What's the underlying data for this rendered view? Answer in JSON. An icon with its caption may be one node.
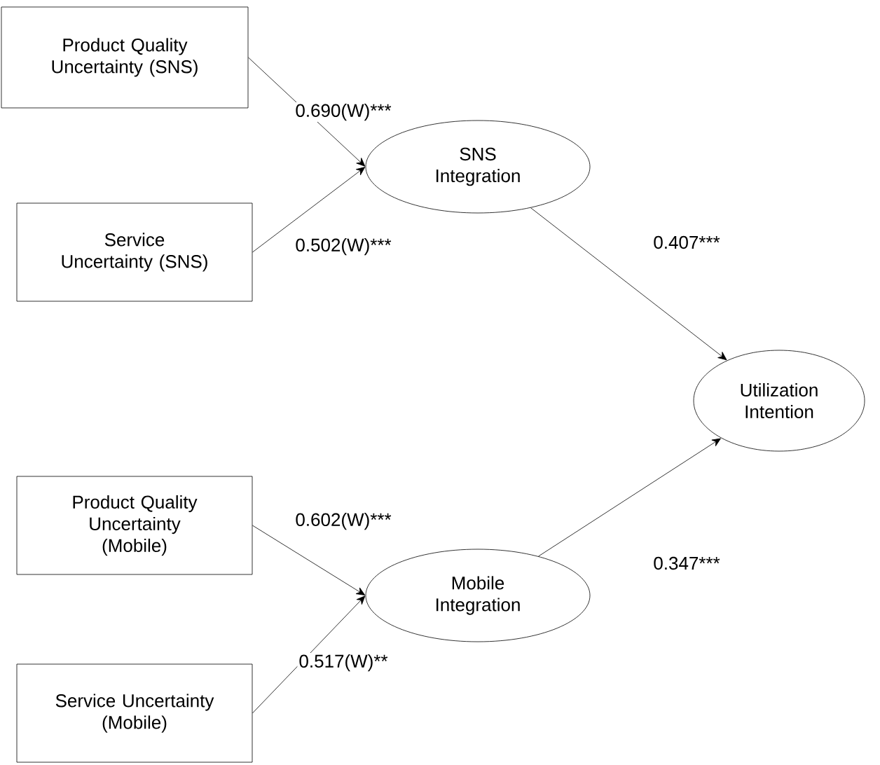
{
  "diagram": {
    "nodes": [
      {
        "text": [
          "Product Quality Uncertainty (SNS)"
        ]
      },
      {
        "text": [
          "Service Uncertainty (SNS)"
        ]
      },
      {
        "text": [
          "SNS Integration"
        ]
      },
      {
        "text": [
          "Utilization Intention"
        ]
      },
      {
        "text": [
          "Product Quality Uncertainty (Mobile)"
        ]
      },
      {
        "text": [
          "Service Uncertainty (Mobile)"
        ]
      },
      {
        "text": [
          "Mobile Integration"
        ]
      }
    ],
    "edges": [
      {
        "from": 0,
        "to": 2,
        "arrow": "to",
        "label": "0.690(W)***"
      },
      {
        "from": 1,
        "to": 2,
        "arrow": "to",
        "label": "0.502(W)***"
      },
      {
        "from": 2,
        "to": 3,
        "arrow": "to",
        "label": "0.407***"
      },
      {
        "from": 4,
        "to": 6,
        "arrow": "to",
        "label": "0.602(W)***"
      },
      {
        "from": 5,
        "to": 6,
        "arrow": "to",
        "label": "0.517(W)**"
      },
      {
        "from": 6,
        "to": 3,
        "arrow": "to",
        "label": "0.347***"
      }
    ]
  }
}
